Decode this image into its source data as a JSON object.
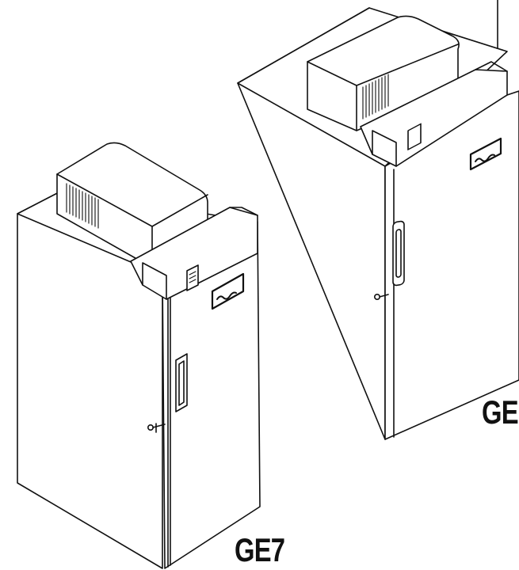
{
  "labels": {
    "front_model": "GE7",
    "back_model": "GE"
  },
  "colors": {
    "line": "#111111",
    "fill": "#ffffff",
    "vent": "#222222"
  },
  "icons": {
    "badge": "produce-logo-badge",
    "control_panel": "control-panel-icon",
    "handle": "door-handle-icon",
    "lock": "door-lock-icon",
    "vent": "vent-grille-icon"
  }
}
